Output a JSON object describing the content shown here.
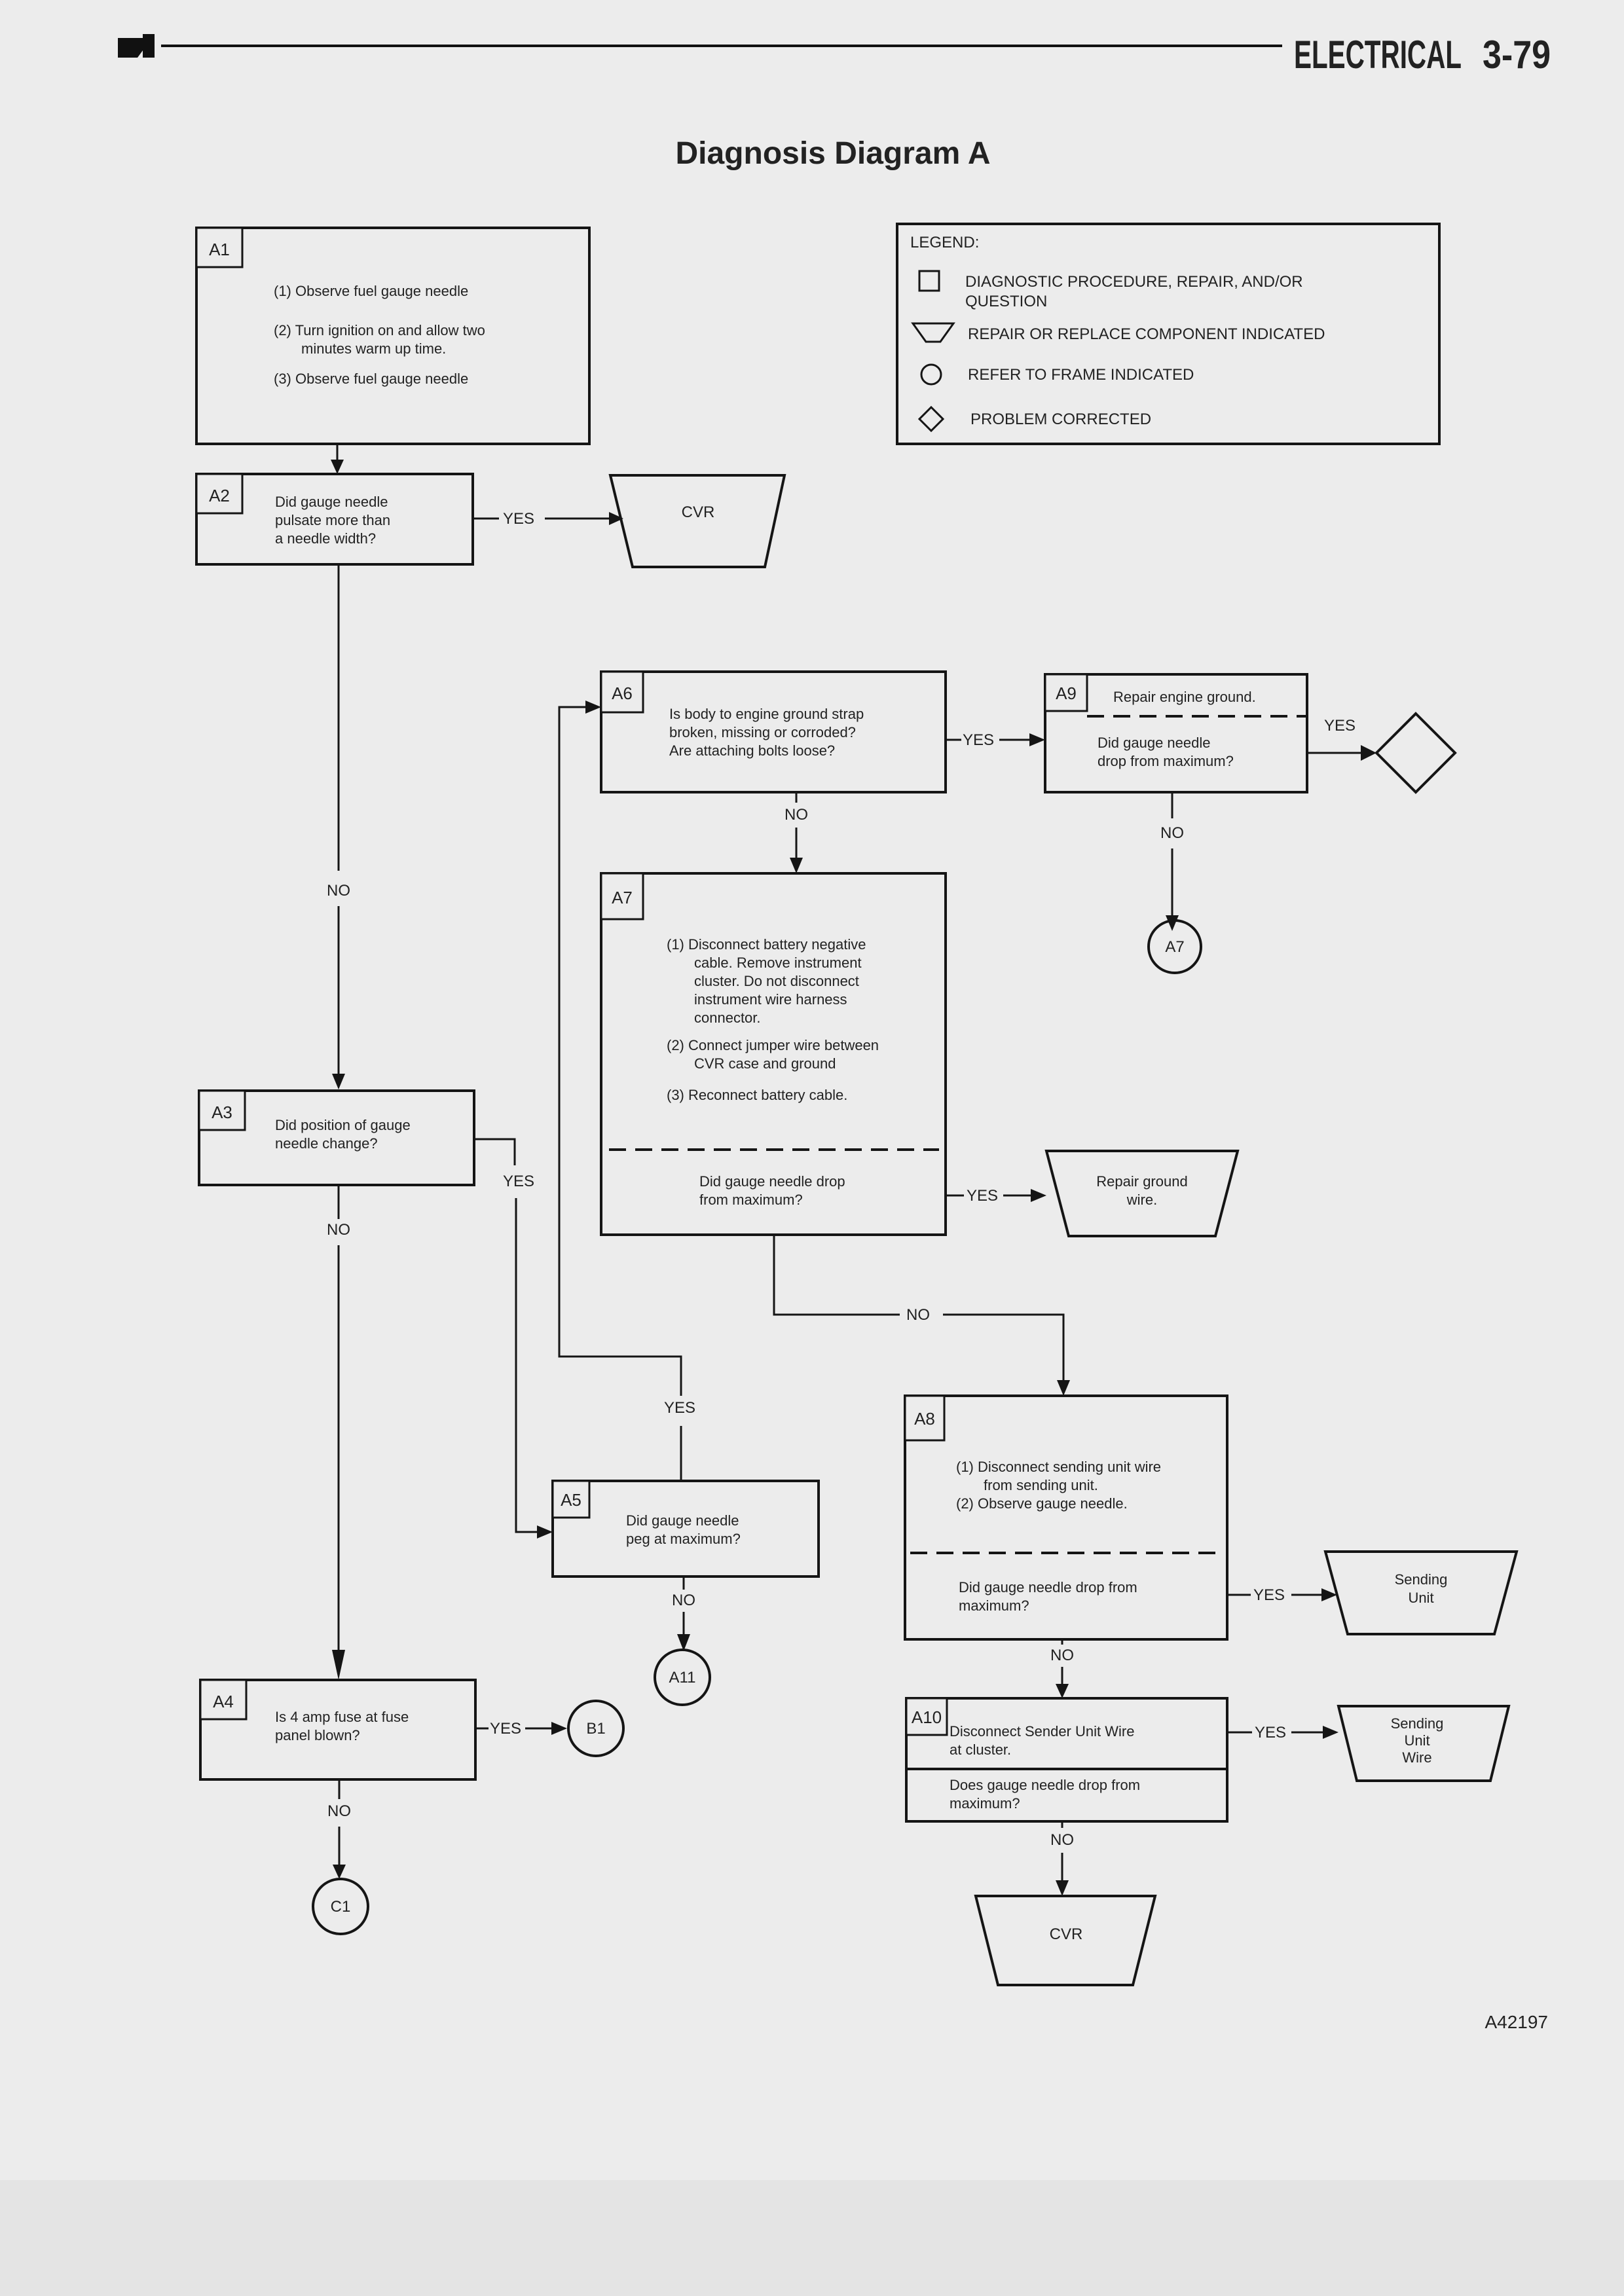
{
  "header": {
    "section": "ELECTRICAL",
    "page_number": "3-79"
  },
  "title": "Diagnosis Diagram A",
  "legend": {
    "heading": "LEGEND:",
    "items": [
      {
        "symbol": "square-icon",
        "text_line1": "DIAGNOSTIC PROCEDURE, REPAIR, AND/OR",
        "text_line2": "QUESTION"
      },
      {
        "symbol": "trapezoid-icon",
        "text": "REPAIR OR REPLACE COMPONENT INDICATED"
      },
      {
        "symbol": "circle-icon",
        "text": "REFER TO FRAME INDICATED"
      },
      {
        "symbol": "diamond-icon",
        "text": "PROBLEM CORRECTED"
      }
    ]
  },
  "labels": {
    "yes": "YES",
    "no": "NO"
  },
  "frames": {
    "A1": {
      "id": "A1",
      "lines": [
        "(1) Observe fuel gauge needle",
        "(2) Turn ignition on and allow two",
        "minutes warm up time.",
        "(3) Observe fuel gauge needle"
      ]
    },
    "A2": {
      "id": "A2",
      "lines": [
        "Did gauge needle",
        "pulsate more than",
        "a needle width?"
      ]
    },
    "A3": {
      "id": "A3",
      "lines": [
        "Did position of gauge",
        "needle change?"
      ]
    },
    "A4": {
      "id": "A4",
      "lines": [
        "Is 4 amp fuse at fuse",
        "panel blown?"
      ]
    },
    "A5": {
      "id": "A5",
      "lines": [
        "Did gauge needle",
        "peg at maximum?"
      ]
    },
    "A6": {
      "id": "A6",
      "lines": [
        "Is body to engine ground strap",
        "broken, missing or corroded?",
        "Are attaching bolts loose?"
      ]
    },
    "A7": {
      "id": "A7",
      "lines": [
        "(1) Disconnect battery negative",
        "cable.  Remove instrument",
        "cluster.  Do not disconnect",
        "instrument wire harness",
        "connector.",
        "(2) Connect jumper wire between",
        "CVR case and ground",
        "(3) Reconnect battery cable."
      ],
      "question": [
        "Did gauge needle drop",
        "from maximum?"
      ]
    },
    "A8": {
      "id": "A8",
      "lines": [
        "(1) Disconnect sending unit wire",
        "from sending unit.",
        "(2) Observe gauge needle."
      ],
      "question": [
        "Did gauge needle drop from",
        "maximum?"
      ]
    },
    "A9": {
      "id": "A9",
      "lines": [
        "Repair engine ground."
      ],
      "question": [
        "Did gauge needle",
        "drop from maximum?"
      ]
    },
    "A10": {
      "id": "A10",
      "lines": [
        "Disconnect  Sender Unit Wire",
        "at cluster."
      ],
      "question": [
        "Does gauge needle drop from",
        "maximum?"
      ]
    }
  },
  "components": {
    "cvr_top": {
      "lines": [
        "CVR"
      ]
    },
    "repair_ground_wire": {
      "lines": [
        "Repair ground",
        "wire."
      ]
    },
    "sending_unit": {
      "lines": [
        "Sending",
        "Unit"
      ]
    },
    "sending_unit_wire": {
      "lines": [
        "Sending",
        "Unit",
        "Wire"
      ]
    },
    "cvr_bottom": {
      "lines": [
        "CVR"
      ]
    }
  },
  "refs": {
    "A7": "A7",
    "A11": "A11",
    "B1": "B1",
    "C1": "C1"
  },
  "figure_code": "A42197"
}
